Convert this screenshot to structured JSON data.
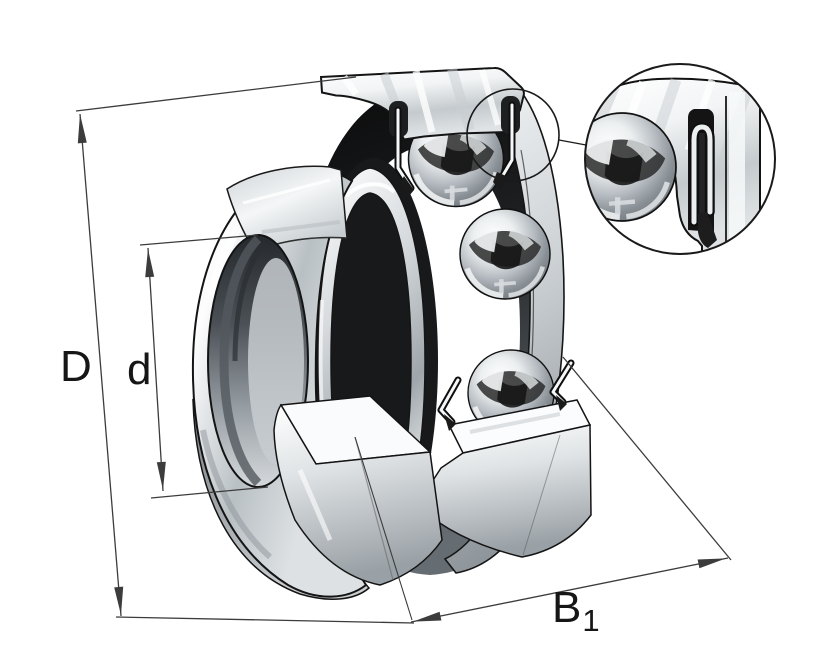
{
  "diagram": {
    "background_color": "#ffffff",
    "dimension_line_color": "#3c3c3c",
    "outline_color": "#141414",
    "labels": {
      "outer_diameter": "D",
      "bore_diameter": "d",
      "width_main": "B",
      "width_subscript": "1"
    }
  }
}
